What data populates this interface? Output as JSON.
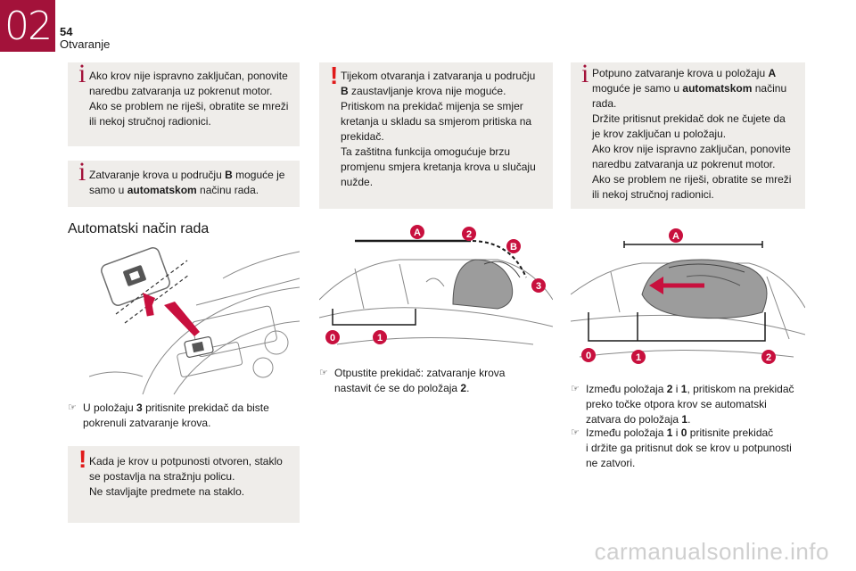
{
  "header": {
    "chapter": "02",
    "page_number": "54",
    "section": "Otvaranje"
  },
  "col1": {
    "note1": {
      "icon": "info-icon",
      "lines": [
        "Ako krov nije ispravno zaključan, ponovite",
        "naredbu zatvaranja uz pokrenut motor.",
        "Ako se problem ne riješi, obratite se mreži",
        "ili nekoj stručnoj radionici."
      ]
    },
    "note2": {
      "icon": "info-icon",
      "l1_a": "Zatvaranje krova u području ",
      "l1_b": "B",
      "l1_c": " moguće je",
      "l2_a": "samo u ",
      "l2_b": "automatskom",
      "l2_c": " načinu rada."
    },
    "heading": "Automatski način rada",
    "bullet": {
      "l1_a": "U položaju ",
      "l1_b": "3",
      "l1_c": " pritisnite prekidač da biste",
      "l2": "pokrenuli zatvaranje krova."
    },
    "warning": {
      "icon": "warning-icon",
      "lines": [
        "Kada je krov u potpunosti otvoren, staklo",
        "se postavlja na stražnju policu.",
        "Ne stavljajte predmete na staklo."
      ]
    }
  },
  "col2": {
    "warning": {
      "icon": "warning-icon",
      "l1": "Tijekom otvaranja i zatvaranja u području",
      "l2_a": "B",
      "l2_b": " zaustavljanje krova nije moguće.",
      "l3": "Pritiskom na prekidač mijenja se smjer",
      "l4": "kretanja u skladu sa smjerom pritiska na",
      "l5": "prekidač.",
      "l6": "Ta zaštitna funkcija omogućuje brzu",
      "l7": "promjenu smjera kretanja krova u slučaju",
      "l8": "nužde."
    },
    "diagram_labels": {
      "a": "A",
      "b": "B",
      "p0": "0",
      "p1": "1",
      "p2": "2",
      "p3": "3"
    },
    "bullet": {
      "l1": "Otpustite prekidač: zatvaranje krova",
      "l2_a": "nastavit će se do položaja ",
      "l2_b": "2",
      "l2_c": "."
    }
  },
  "col3": {
    "note": {
      "icon": "info-icon",
      "l1_a": "Potpuno zatvaranje krova u položaju ",
      "l1_b": "A",
      "l2_a": "moguće je samo u ",
      "l2_b": "automatskom",
      "l2_c": " načinu",
      "l3": "rada.",
      "l4": "Držite pritisnut prekidač dok ne čujete da",
      "l5": "je krov zaključan u položaju.",
      "l6": "Ako krov nije ispravno zaključan, ponovite",
      "l7": "naredbu zatvaranja uz pokrenut motor.",
      "l8": "Ako se problem ne riješi, obratite se mreži",
      "l9": "ili nekoj stručnoj radionici."
    },
    "diagram_labels": {
      "a": "A",
      "p0": "0",
      "p1": "1",
      "p2": "2"
    },
    "bullet1": {
      "l1_a": "Između položaja ",
      "l1_b": "2",
      "l1_c": " i ",
      "l1_d": "1",
      "l1_e": ", pritiskom na prekidač",
      "l2": "preko točke otpora krov se automatski",
      "l3_a": "zatvara do položaja ",
      "l3_b": "1",
      "l3_c": "."
    },
    "bullet2": {
      "l1_a": "Između položaja ",
      "l1_b": "1",
      "l1_c": " i ",
      "l1_d": "0",
      "l1_e": " pritisnite prekidač",
      "l2": "i držite ga pritisnut dok se krov u potpunosti",
      "l3": "ne zatvori."
    }
  },
  "watermark": "carmanualsonline.info",
  "colors": {
    "brand": "#a3123a",
    "warning": "#e01a1a",
    "note_bg": "#efedea",
    "badge": "#c8103e"
  }
}
